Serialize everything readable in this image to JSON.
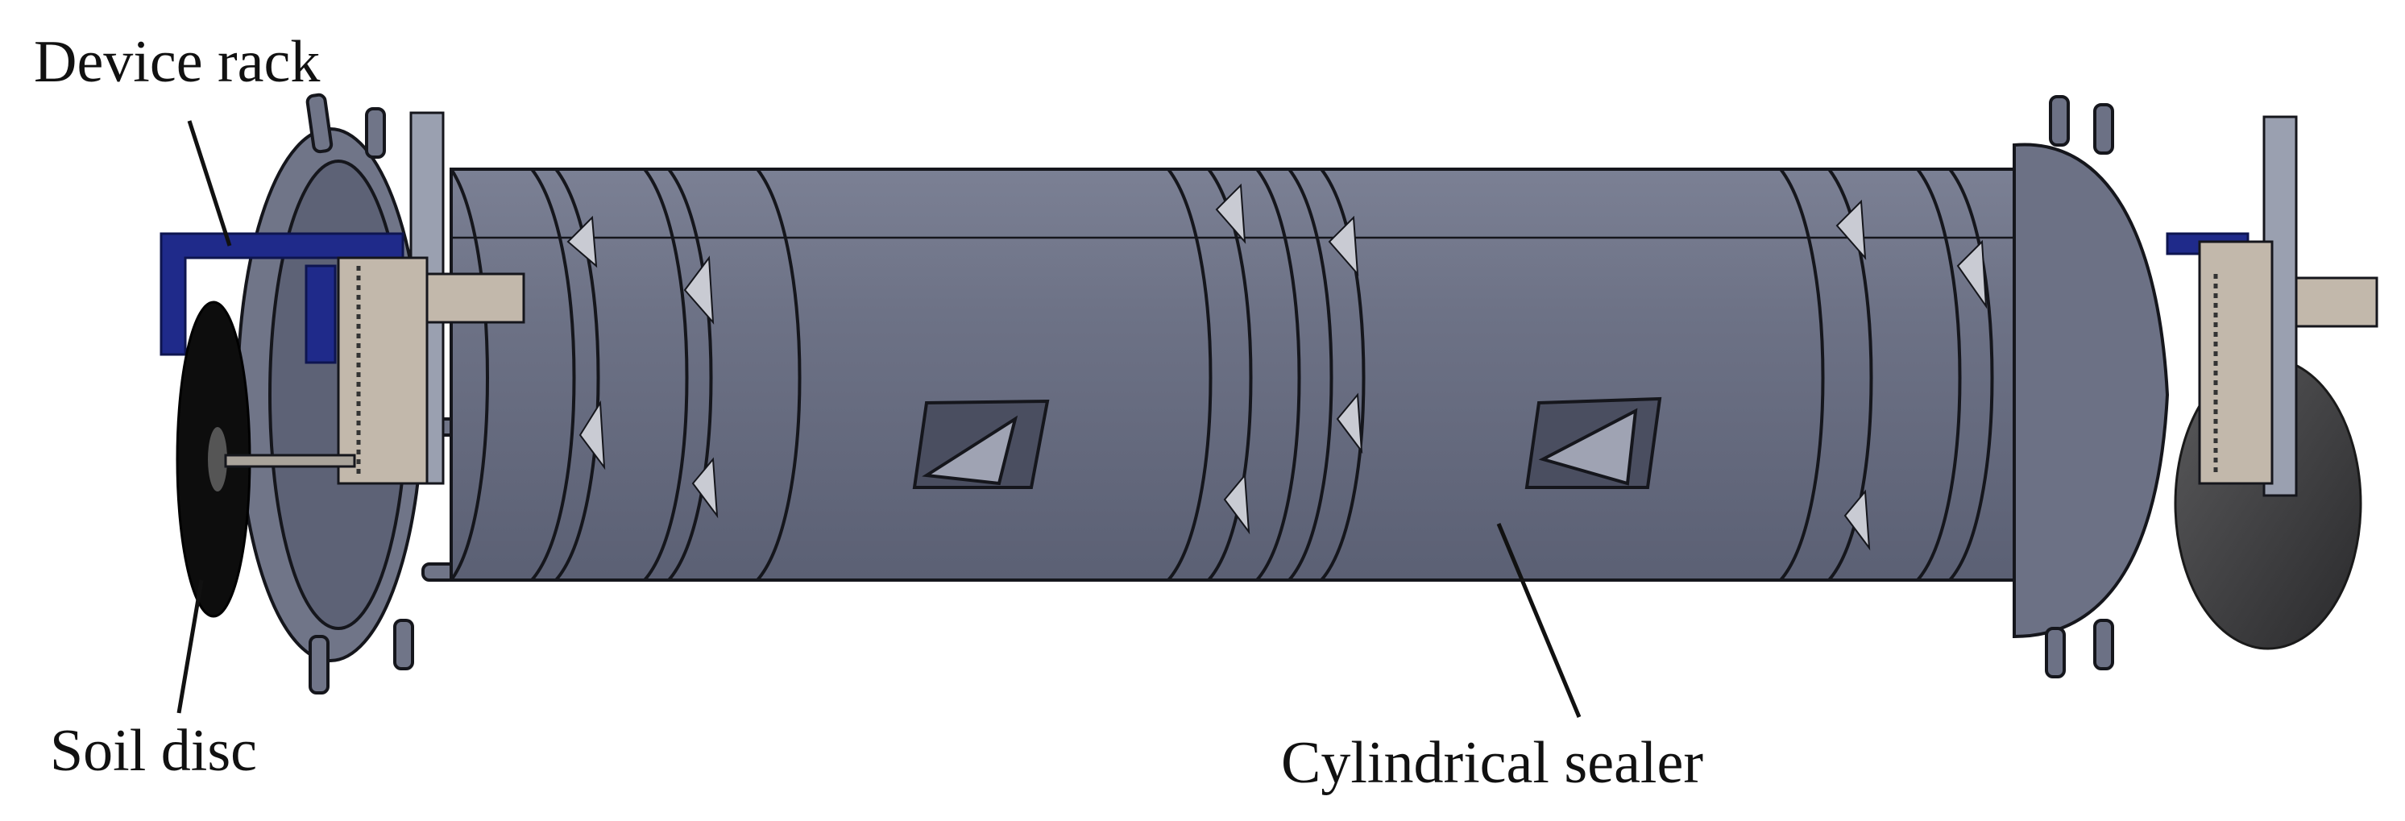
{
  "labels": {
    "device_rack": "Device rack",
    "soil_disc": "Soil disc",
    "cylindrical_sealer": "Cylindrical sealer"
  },
  "colors": {
    "background": "#ffffff",
    "cylinder_body": "#6f7488",
    "cylinder_dark": "#4a4e60",
    "outline": "#15161c",
    "rack_blue": "#1f2a8a",
    "disc_black": "#0d0d0d",
    "disc_grey": "#3a3a3c",
    "bracket_tan": "#b9aea2",
    "leader_line": "#111111"
  }
}
